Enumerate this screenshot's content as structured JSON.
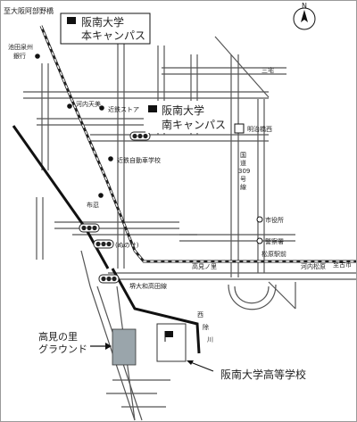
{
  "campuses": {
    "main": {
      "line1": "阪南大学",
      "line2": "本キャンパス"
    },
    "south": {
      "line1": "阪南大学",
      "line2": "南キャンパス"
    }
  },
  "labels": {
    "to_osaka_abeno": "至大阪阿部野橋",
    "ikeda_bank_line1": "池田泉州",
    "ikeda_bank_line2": "銀行",
    "kawachi_amami": "河内天美",
    "kintetsu_store": "近鉄ストア",
    "kintetsu_driving": "近鉄自動車学校",
    "meiji_bridge": "明治橋西",
    "sanbai": "三宅",
    "route309_1": "国",
    "route309_2": "道",
    "route309_3": "309",
    "route309_4": "号",
    "route309_5": "線",
    "fuse": "布忍",
    "fuse_kana": "(ぬのせ)",
    "city_office": "市役所",
    "police": "警察署",
    "matsubara_station": "松原駅前",
    "to_furuichi": "至古市",
    "takami_sato_station": "高見ノ里",
    "kawachi_matsubara": "河内松原",
    "sakai_line": "堺大和高田線",
    "nishiyoke_1": "西",
    "nishiyoke_2": "除",
    "nishiyoke_3": "川",
    "ground_line1": "高見の里",
    "ground_line2": "グラウンド",
    "high_school": "阪南大学高等学校",
    "north_mark": "N"
  },
  "colors": {
    "ground_fill": "#9aa5ab",
    "rail": "#222222",
    "river": "#111111",
    "road": "#555555"
  }
}
